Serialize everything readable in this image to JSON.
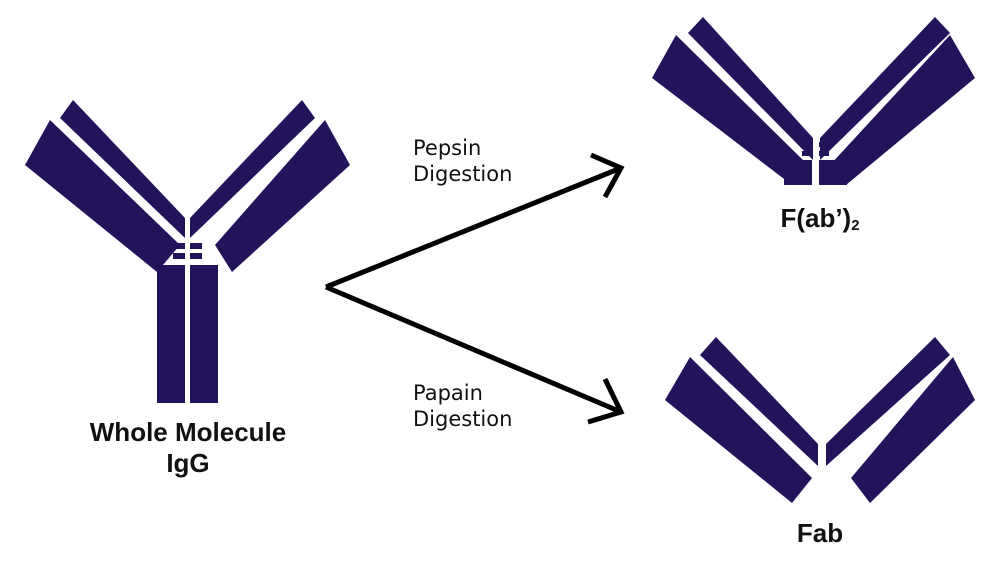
{
  "colors": {
    "chain": "#22135b",
    "arrow": "#000000",
    "background": "#ffffff"
  },
  "labels": {
    "whole_line1": "Whole Molecule",
    "whole_line2": "IgG",
    "fab2_main": "F(ab’)",
    "fab2_sub": "2",
    "fab": "Fab",
    "pepsin_line1": "Pepsin",
    "pepsin_line2": "Digestion",
    "papain_line1": "Papain",
    "papain_line2": "Digestion"
  }
}
